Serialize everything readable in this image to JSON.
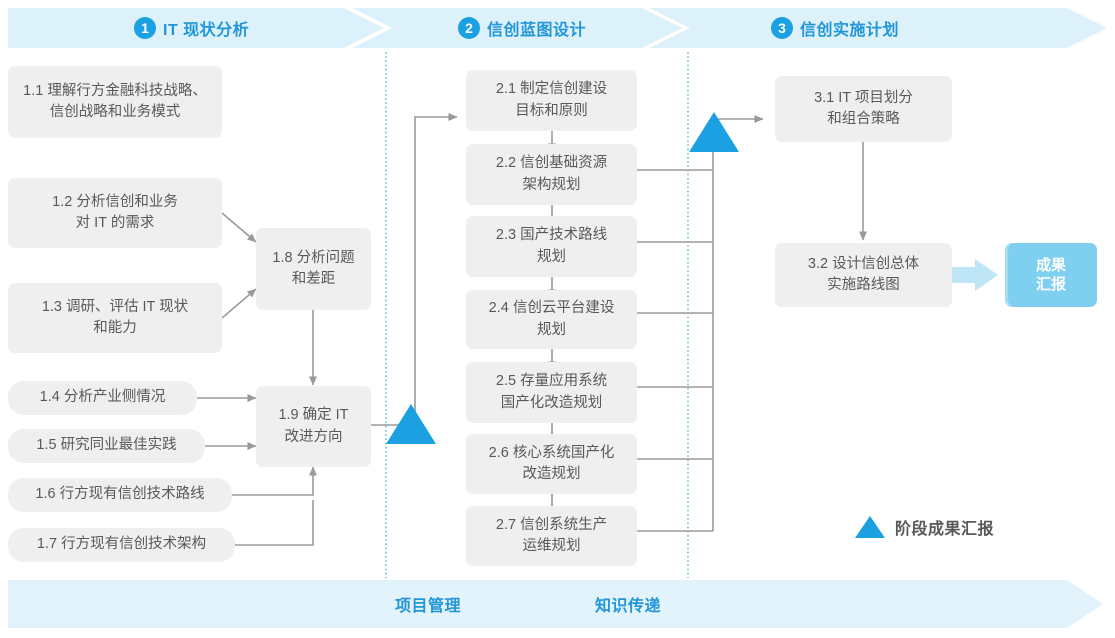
{
  "theme": {
    "band_fill": "#ddf1fb",
    "footer_fill": "#e2f3fb",
    "accent_blue": "#2196d8",
    "marker_blue": "#1ba1e2",
    "node_fill": "#efefef",
    "node_text": "#58595b",
    "connector": "#9a9a9a",
    "result_fill": "#7fd0f0",
    "dotted_guide": "#49b6e0"
  },
  "header": {
    "phases": [
      {
        "num": "1",
        "label": "IT 现状分析"
      },
      {
        "num": "2",
        "label": "信创蓝图设计"
      },
      {
        "num": "3",
        "label": "信创实施计划"
      }
    ]
  },
  "phase1": {
    "inputs": [
      {
        "id": "1.1",
        "text": "1.1 理解行方金融科技战略、\n信创战略和业务模式"
      },
      {
        "id": "1.2",
        "text": "1.2 分析信创和业务\n对 IT 的需求"
      },
      {
        "id": "1.3",
        "text": "1.3 调研、评估 IT 现状\n和能力"
      },
      {
        "id": "1.4",
        "text": "1.4 分析产业侧情况"
      },
      {
        "id": "1.5",
        "text": "1.5 研究同业最佳实践"
      },
      {
        "id": "1.6",
        "text": "1.6 行方现有信创技术路线"
      },
      {
        "id": "1.7",
        "text": "1.7 行方现有信创技术架构"
      }
    ],
    "outputs": [
      {
        "id": "1.8",
        "text": "1.8 分析问题\n和差距"
      },
      {
        "id": "1.9",
        "text": "1.9 确定 IT\n改进方向"
      }
    ]
  },
  "phase2": {
    "steps": [
      {
        "id": "2.1",
        "text": "2.1 制定信创建设\n目标和原则"
      },
      {
        "id": "2.2",
        "text": "2.2 信创基础资源\n架构规划"
      },
      {
        "id": "2.3",
        "text": "2.3 国产技术路线\n规划"
      },
      {
        "id": "2.4",
        "text": "2.4 信创云平台建设\n规划"
      },
      {
        "id": "2.5",
        "text": "2.5 存量应用系统\n国产化改造规划"
      },
      {
        "id": "2.6",
        "text": "2.6 核心系统国产化\n改造规划"
      },
      {
        "id": "2.7",
        "text": "2.7 信创系统生产\n运维规划"
      }
    ]
  },
  "phase3": {
    "steps": [
      {
        "id": "3.1",
        "text": "3.1 IT 项目划分\n和组合策略"
      },
      {
        "id": "3.2",
        "text": "3.2 设计信创总体\n实施路线图"
      }
    ],
    "result": {
      "text": "成果\n汇报"
    }
  },
  "legend": {
    "label": "阶段成果汇报",
    "icon": "triangle-marker-icon"
  },
  "footer": {
    "labels": [
      "项目管理",
      "知识传递"
    ]
  }
}
